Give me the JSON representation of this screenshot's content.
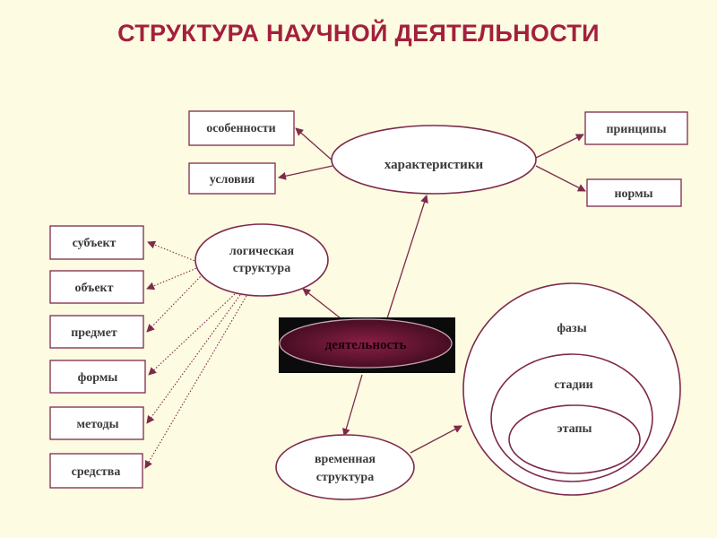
{
  "title": "СТРУКТУРА НАУЧНОЙ ДЕЯТЕЛЬНОСТИ",
  "center": {
    "label": "деятельность"
  },
  "characteristics": {
    "label": "характеристики",
    "children": [
      "особенности",
      "условия",
      "принципы",
      "нормы"
    ]
  },
  "logical": {
    "label_line1": "логическая",
    "label_line2": "структура",
    "children": [
      "субъект",
      "объект",
      "предмет",
      "формы",
      "методы",
      "средства"
    ]
  },
  "temporal": {
    "label_line1": "временная",
    "label_line2": "структура",
    "nested": [
      "фазы",
      "стадии",
      "этапы"
    ]
  },
  "colors": {
    "title": "#a3203d",
    "stroke": "#7d2a4d",
    "background": "#fdfbe1"
  }
}
